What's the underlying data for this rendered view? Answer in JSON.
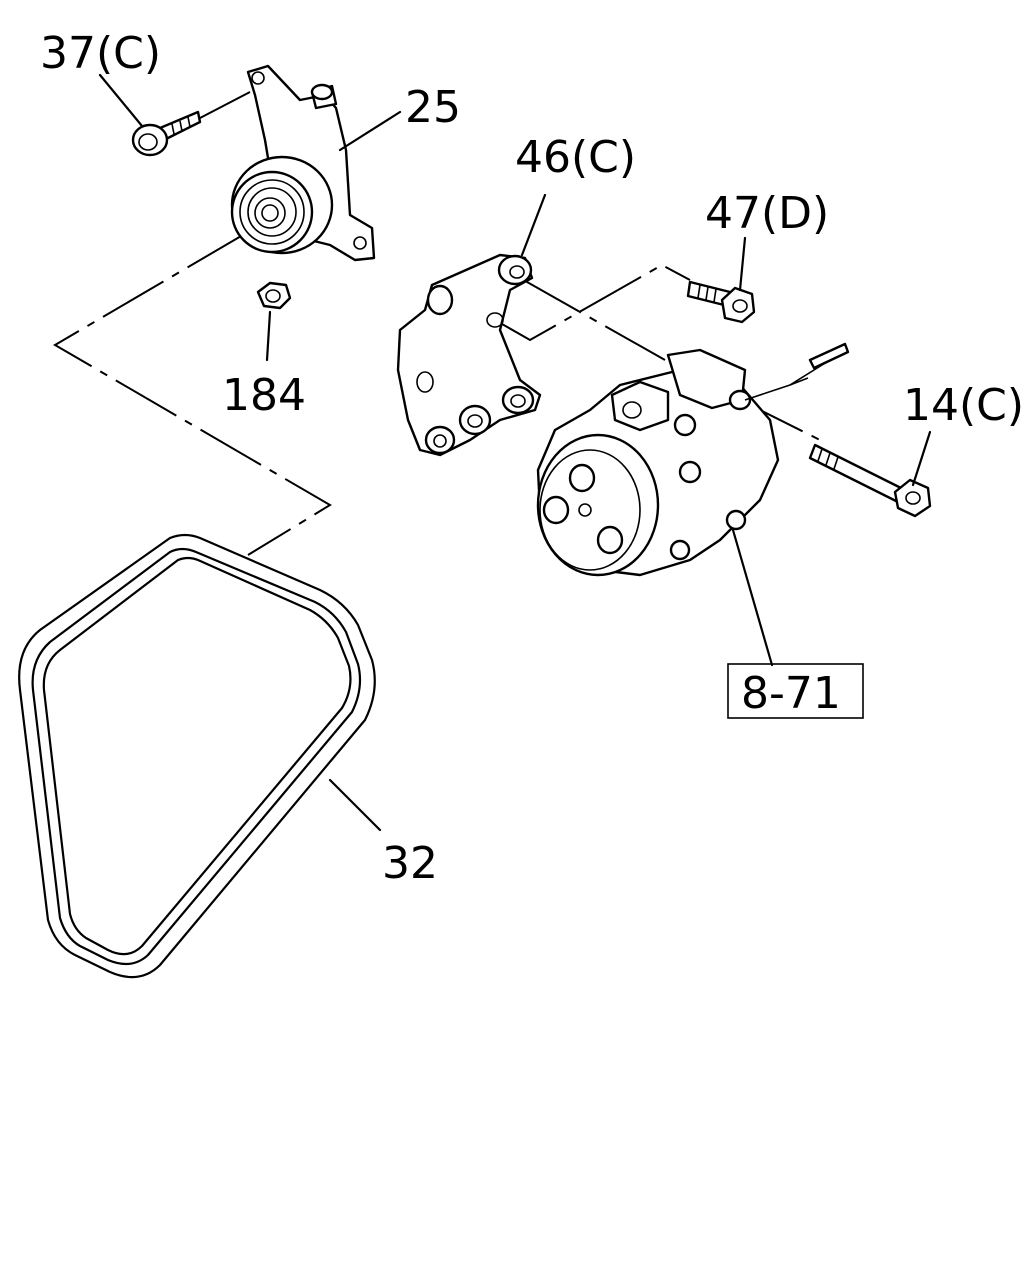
{
  "labels": {
    "part_37": "37(C)",
    "part_25": "25",
    "part_46": "46(C)",
    "part_47": "47(D)",
    "part_184": "184",
    "part_14": "14(C)",
    "part_8_71": "8-71",
    "part_32": "32"
  }
}
